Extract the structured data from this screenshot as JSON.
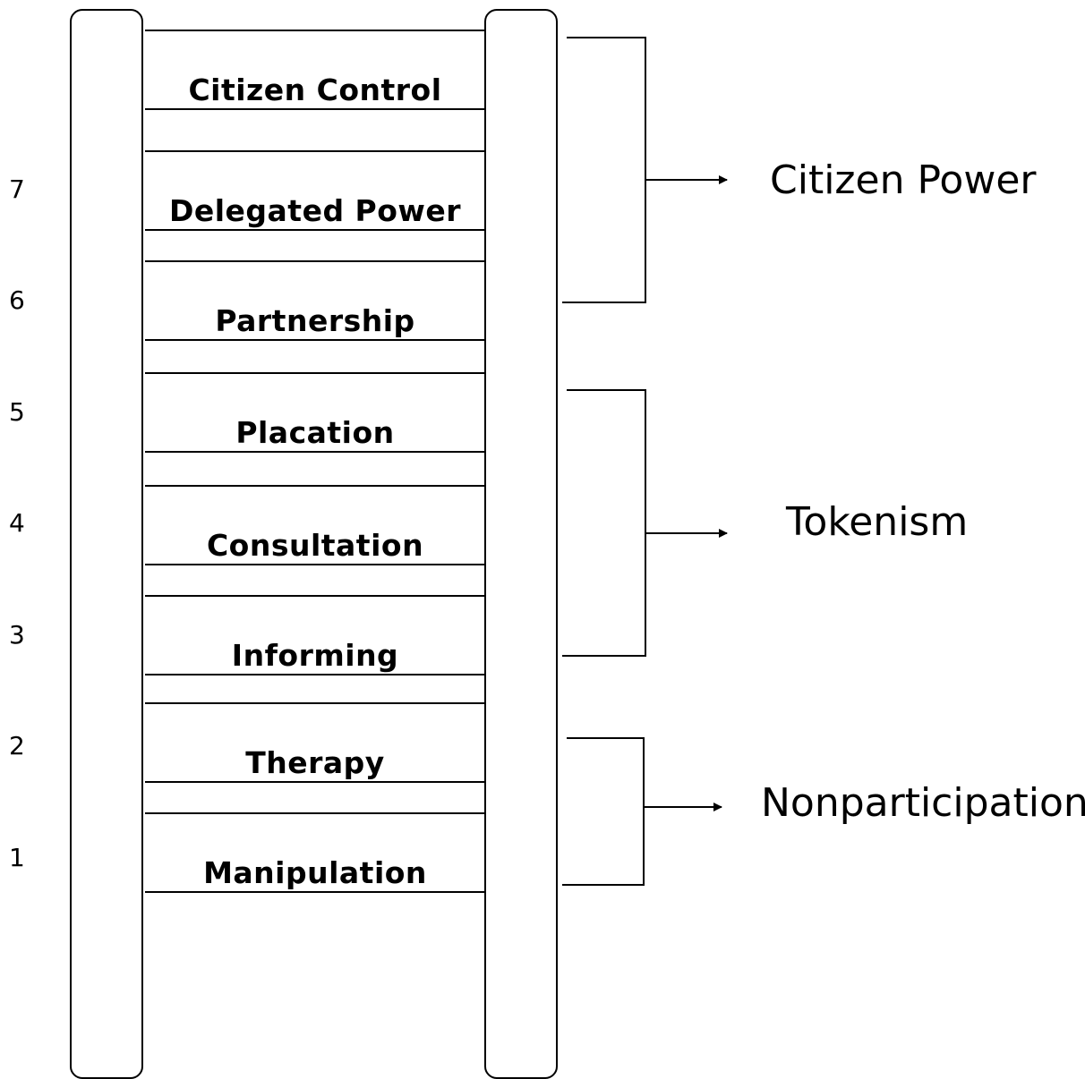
{
  "rungs": [
    {
      "label": "Citizen Control",
      "number": ""
    },
    {
      "label": "Delegated Power",
      "number": "7"
    },
    {
      "label": "Partnership",
      "number": "6"
    },
    {
      "label": "Placation",
      "number": "5"
    },
    {
      "label": "Consultation",
      "number": "4"
    },
    {
      "label": "Informing",
      "number": "3"
    },
    {
      "label": "Therapy",
      "number": "2"
    },
    {
      "label": "Manipulation",
      "number": "1"
    }
  ],
  "groups": [
    {
      "label": "Citizen Power"
    },
    {
      "label": "Tokenism"
    },
    {
      "label": "Nonparticipation"
    }
  ]
}
